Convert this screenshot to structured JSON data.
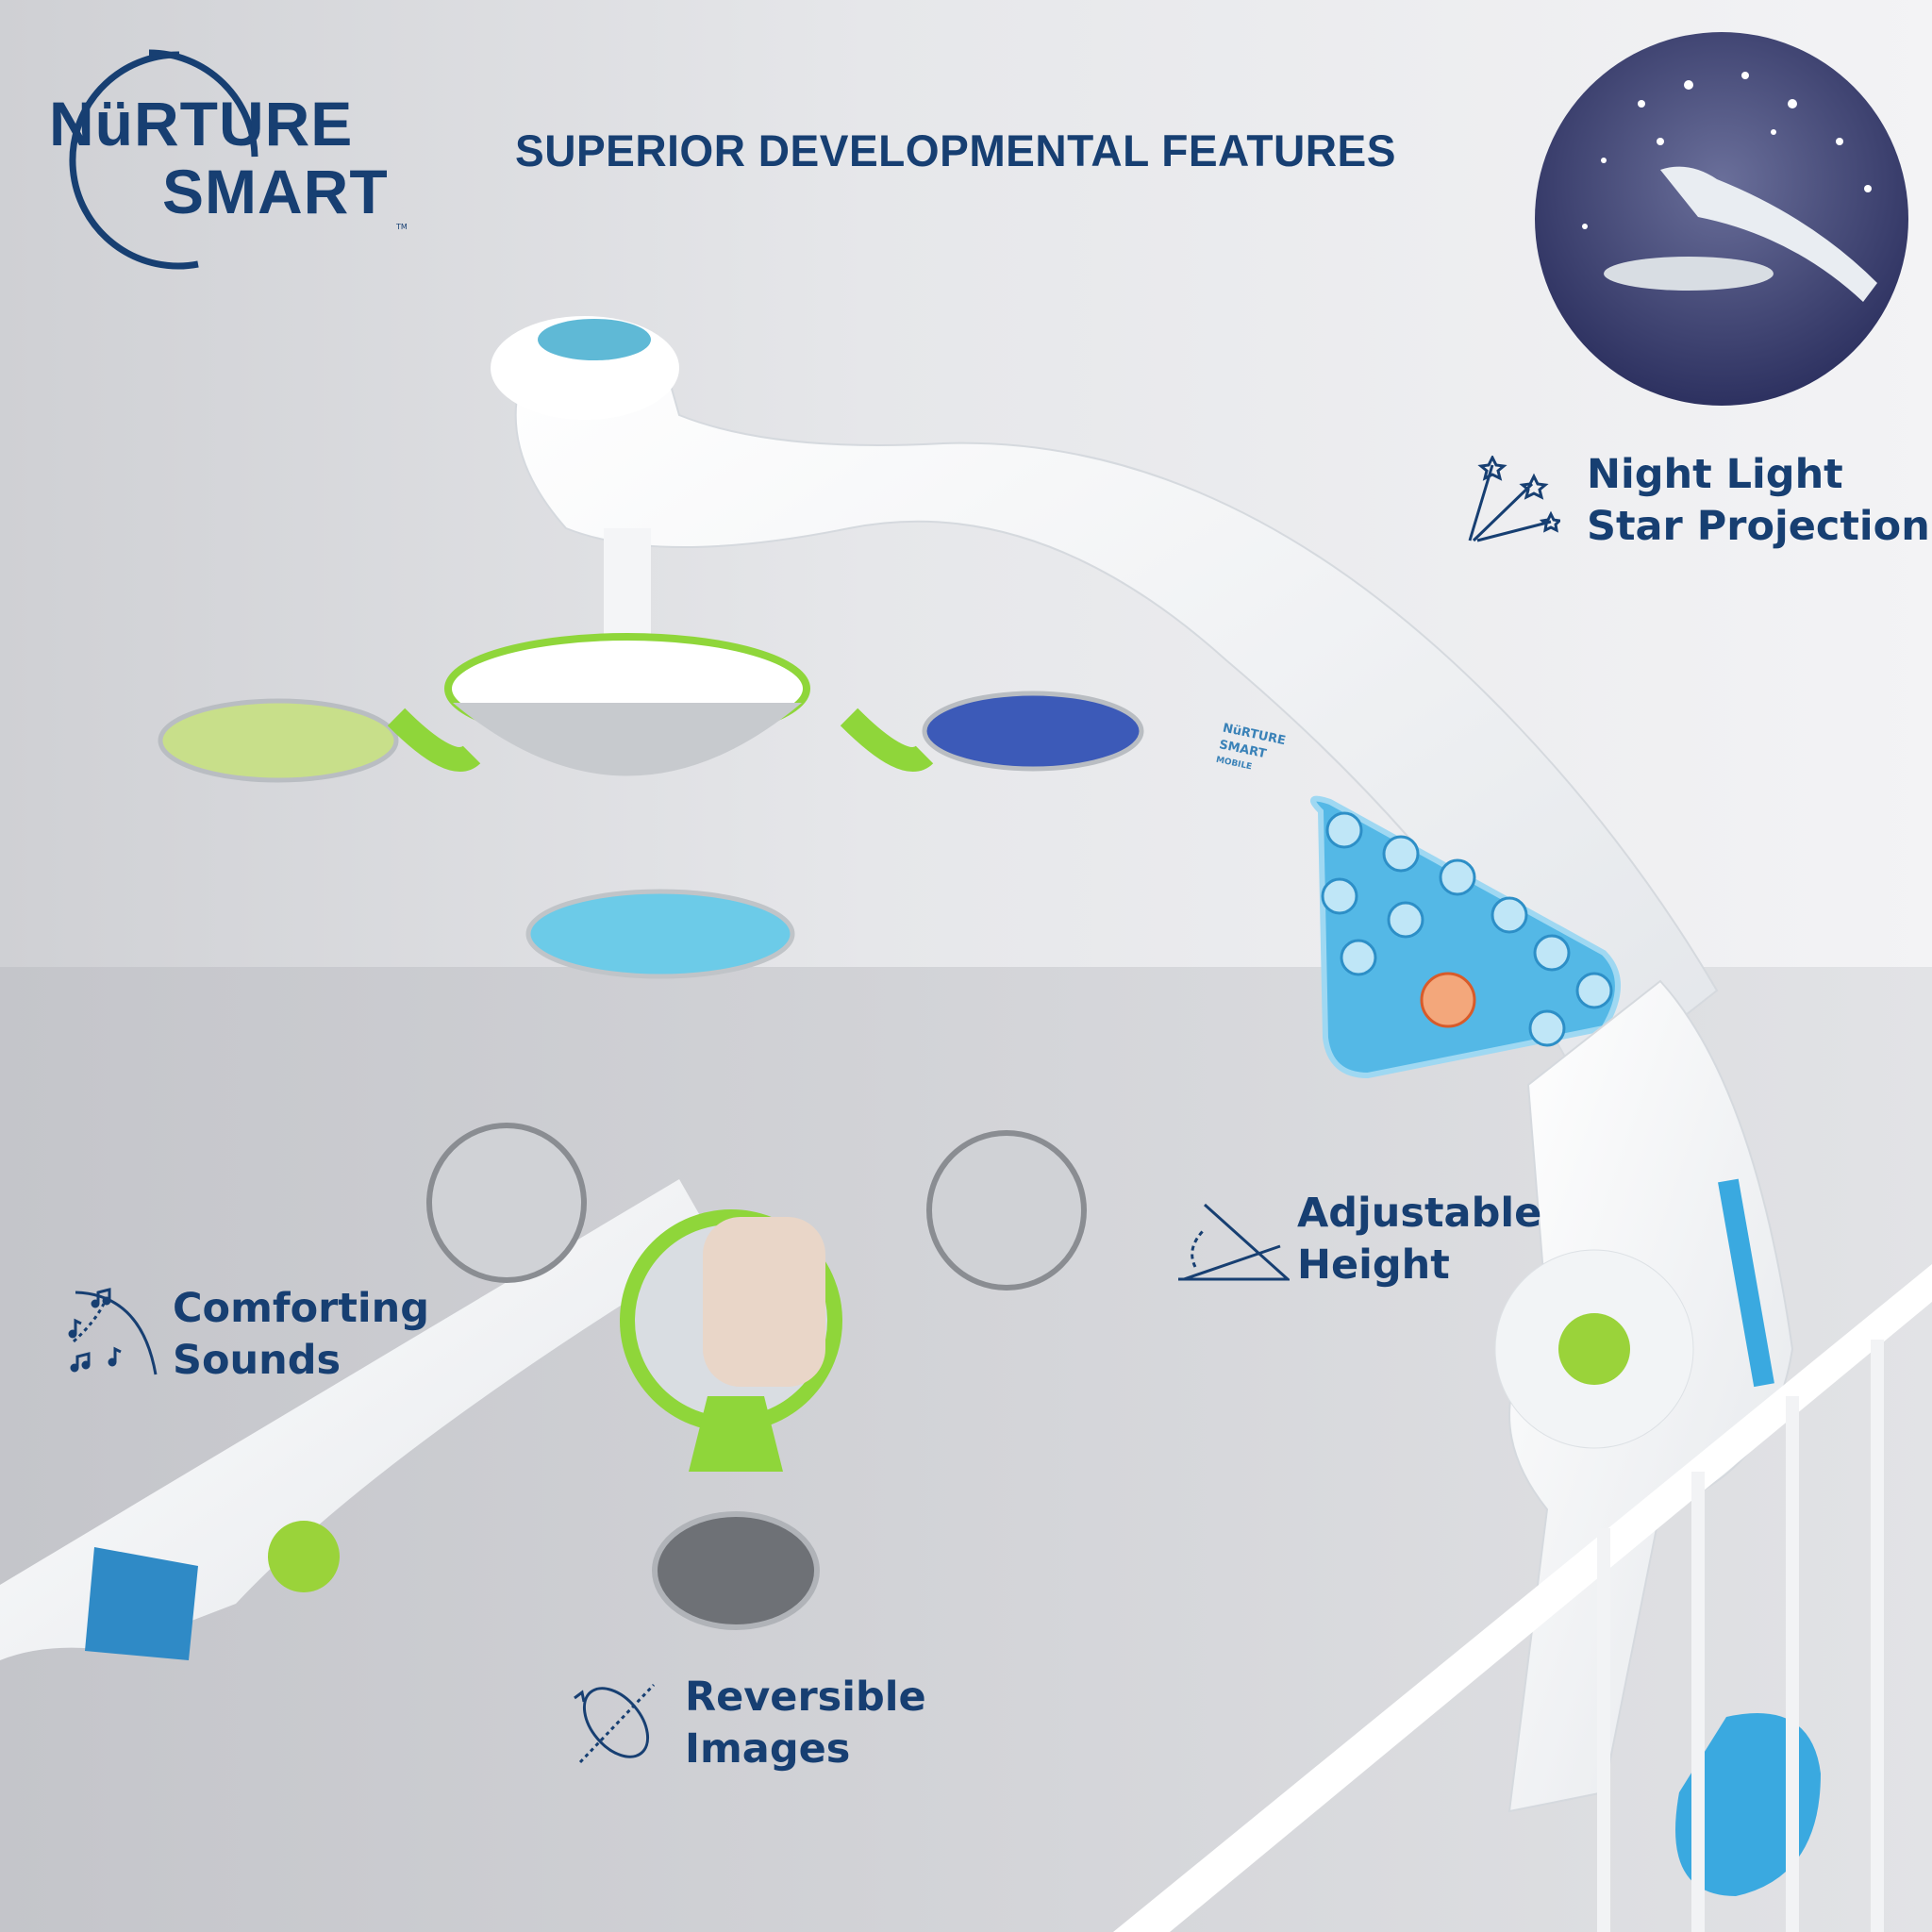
{
  "brand": {
    "line1": "NüRTURE",
    "line2": "SMART",
    "tm": "TM"
  },
  "header": {
    "title": "SUPERIOR DEVELOPMENTAL FEATURES"
  },
  "features": [
    {
      "line1": "Night Light",
      "line2": "Star Projection",
      "icon": "shooting-stars-icon"
    },
    {
      "line1": "Adjustable",
      "line2": "Height",
      "icon": "angle-adjust-icon"
    },
    {
      "line1": "Comforting",
      "line2": "Sounds",
      "icon": "music-notes-icon"
    },
    {
      "line1": "Reversible",
      "line2": "Images",
      "icon": "rotate-disc-icon"
    }
  ],
  "product": {
    "arm_label_line1": "NüRTURE",
    "arm_label_line2": "SMART",
    "arm_label_line3": "MOBILE"
  },
  "colors": {
    "navy": "#173f72",
    "green": "#8fd63a",
    "blue": "#3aa9e0",
    "white": "#f7f8f9"
  }
}
